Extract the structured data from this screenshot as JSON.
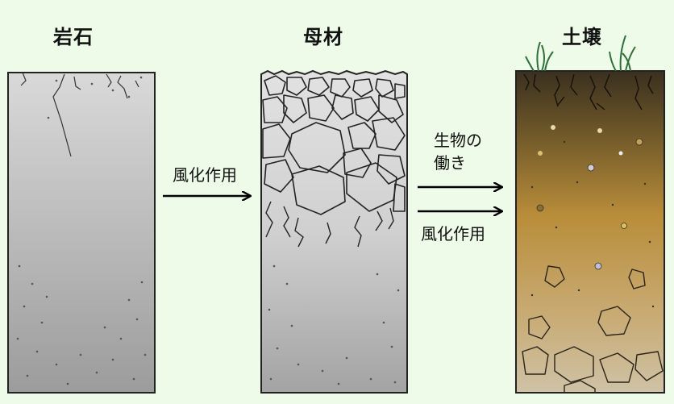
{
  "titles": {
    "rock": "岩石",
    "parent_material": "母材",
    "soil": "土壌"
  },
  "arrows": {
    "weathering_1": "風化作用",
    "biological_line1": "生物の",
    "biological_line2": "働き",
    "weathering_2": "風化作用"
  },
  "colors": {
    "background": "#eefbe8",
    "rock_top": "#d4d4d4",
    "rock_bottom": "#9e9e9e",
    "soil_top": "#3e3422",
    "soil_mid": "#a07a35",
    "soil_bottom": "#c8b48a",
    "outline": "#222222"
  }
}
